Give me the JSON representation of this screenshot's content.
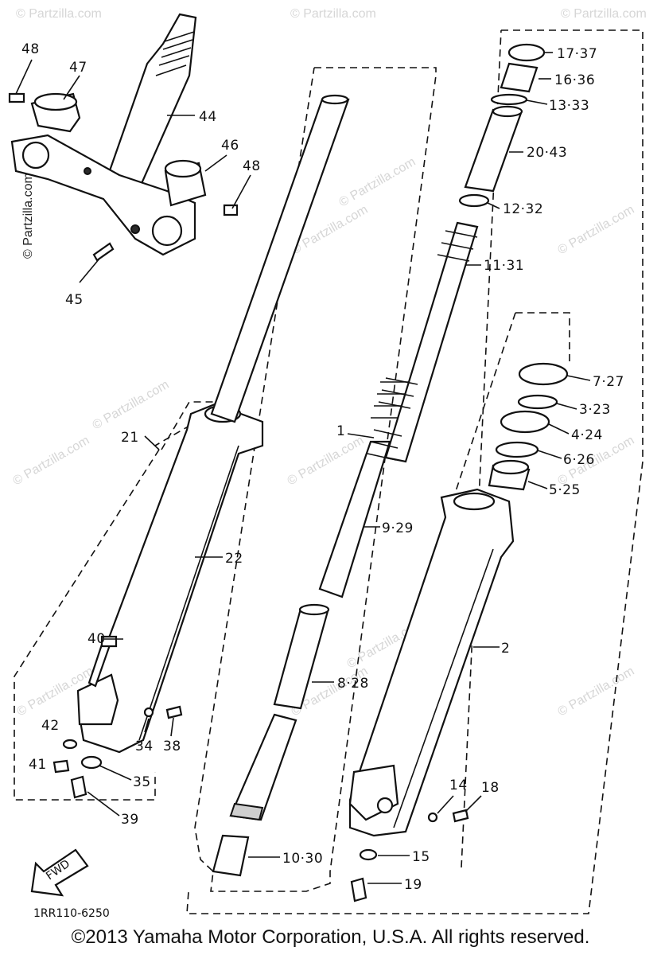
{
  "diagram_code": "1RR110-6250",
  "watermarks": {
    "side": "© Partzilla.com",
    "repeat": "© Partzilla.com"
  },
  "footer": "©2013 Yamaha Motor Corporation, U.S.A. All rights reserved.",
  "callouts": {
    "c1": "1",
    "c2": "2",
    "c3_23": "3,23",
    "c4_24": "4,24",
    "c5_25": "5,25",
    "c6_26": "6,26",
    "c7_27": "7,27",
    "c8_28": "8,28",
    "c9_29": "9,29",
    "c10_30": "10,30",
    "c11_31": "11,31",
    "c12_32": "12,32",
    "c13_33": "13,33",
    "c14": "14",
    "c15": "15",
    "c16_36": "16,36",
    "c17_37": "17,37",
    "c18": "18",
    "c19": "19",
    "c20_43": "20,43",
    "c21": "21",
    "c22": "22",
    "c34": "34",
    "c35": "35",
    "c38": "38",
    "c39": "39",
    "c40": "40",
    "c41": "41",
    "c42": "42",
    "c44": "44",
    "c45": "45",
    "c46": "46",
    "c47": "47",
    "c48a": "48",
    "c48b": "48"
  },
  "fwd_arrow_label": "FWD"
}
